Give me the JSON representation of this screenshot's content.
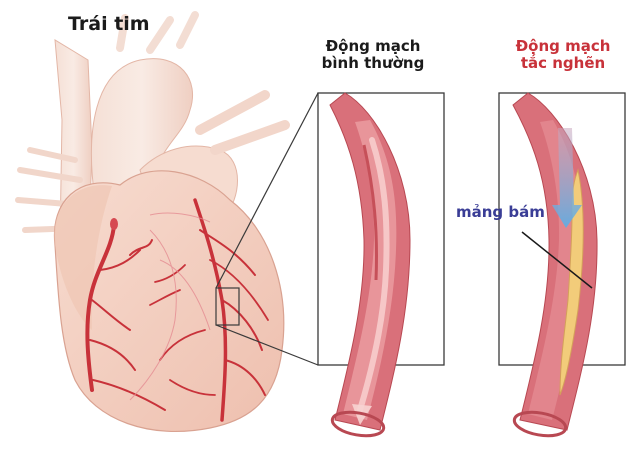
{
  "diagram": {
    "title": "Trái tim",
    "panels": [
      {
        "id": "normal",
        "label": "Động mạch bình thường",
        "label_lines": [
          "Động mạch",
          "bình thường"
        ],
        "label_color": "#1b1b1b"
      },
      {
        "id": "blocked",
        "label": "Động mạch tắc nghẽn",
        "label_lines": [
          "Động mạch",
          "tắc nghẽn"
        ],
        "label_color": "#c8323a"
      }
    ],
    "annotations": [
      {
        "id": "plaque",
        "text": "mảng bám",
        "color": "#3a3d96"
      }
    ],
    "colors": {
      "heart_tissue": "#f3cfc0",
      "coronary_artery": "#c8323a",
      "artery_wall": "#d0626a",
      "artery_lumen": "#e8959a",
      "plaque": "#f2cc7a",
      "blood_flow_arrow": "#6aaee0",
      "frame": "#3a3a3a"
    }
  }
}
